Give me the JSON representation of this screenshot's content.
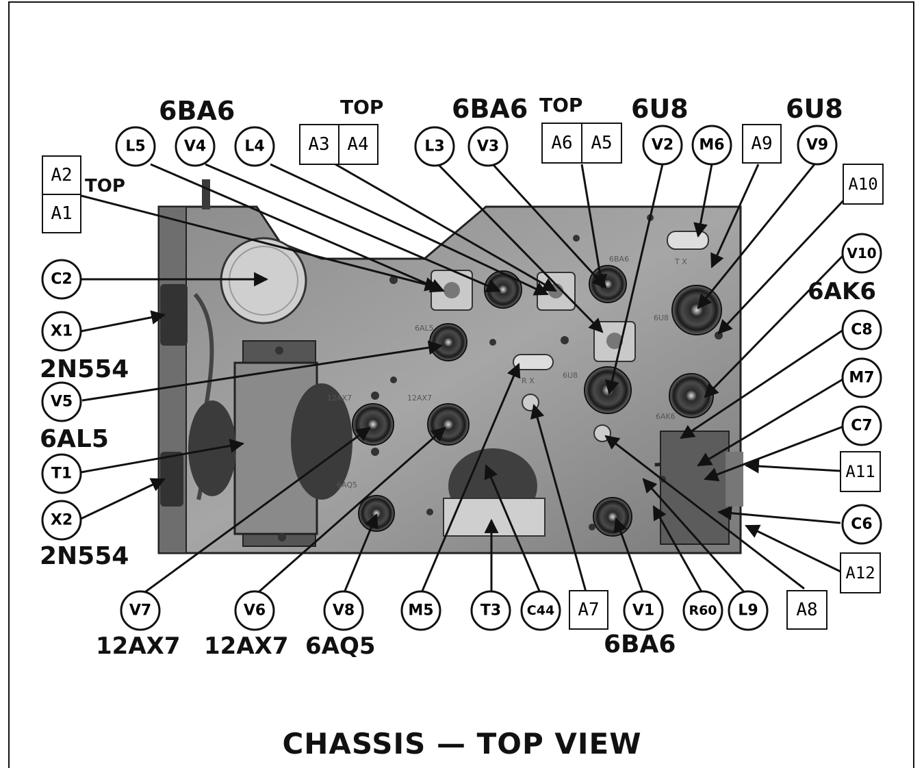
{
  "caption": "CHASSIS — TOP VIEW",
  "callouts": {
    "L5": "L5",
    "V4": "V4",
    "L4": "L4",
    "L3": "L3",
    "V3": "V3",
    "V2": "V2",
    "M6": "M6",
    "V9": "V9",
    "V10": "V10",
    "C8": "C8",
    "M7": "M7",
    "C7": "C7",
    "C6": "C6",
    "C2": "C2",
    "X1": "X1",
    "V5": "V5",
    "T1": "T1",
    "X2": "X2",
    "V7": "V7",
    "V6": "V6",
    "V8": "V8",
    "M5": "M5",
    "T3": "T3",
    "C44": "C44",
    "V1": "V1",
    "R60": "R60",
    "L9": "L9",
    "A1": "A1",
    "A2": "A2",
    "A3": "A3",
    "A4": "A4",
    "A5": "A5",
    "A6": "A6",
    "A7": "A7",
    "A8": "A8",
    "A9": "A9",
    "A10": "A10",
    "A11": "A11",
    "A12": "A12"
  },
  "tube_labels": {
    "v4": "6BA6",
    "v3": "6BA6",
    "v2": "6U8",
    "v9": "6U8",
    "v10": "6AK6",
    "x1": "2N554",
    "v5": "6AL5",
    "x2": "2N554",
    "v7": "12AX7",
    "v6": "12AX7",
    "v8": "6AQ5",
    "v1": "6BA6"
  },
  "top_labels": {
    "a2": "TOP",
    "a3a4": "TOP",
    "a6a5": "TOP"
  },
  "chassis_stamps": {
    "6al5": "6AL5",
    "12ax7_left": "12AX7",
    "12ax7_right": "12AX7",
    "6aq5": "6AQ5",
    "6ba6": "6BA6",
    "6u8_upper": "6U8",
    "6u8_lower": "6U8",
    "6ak6": "6AK6",
    "tx": "T X",
    "rx": "R X"
  }
}
